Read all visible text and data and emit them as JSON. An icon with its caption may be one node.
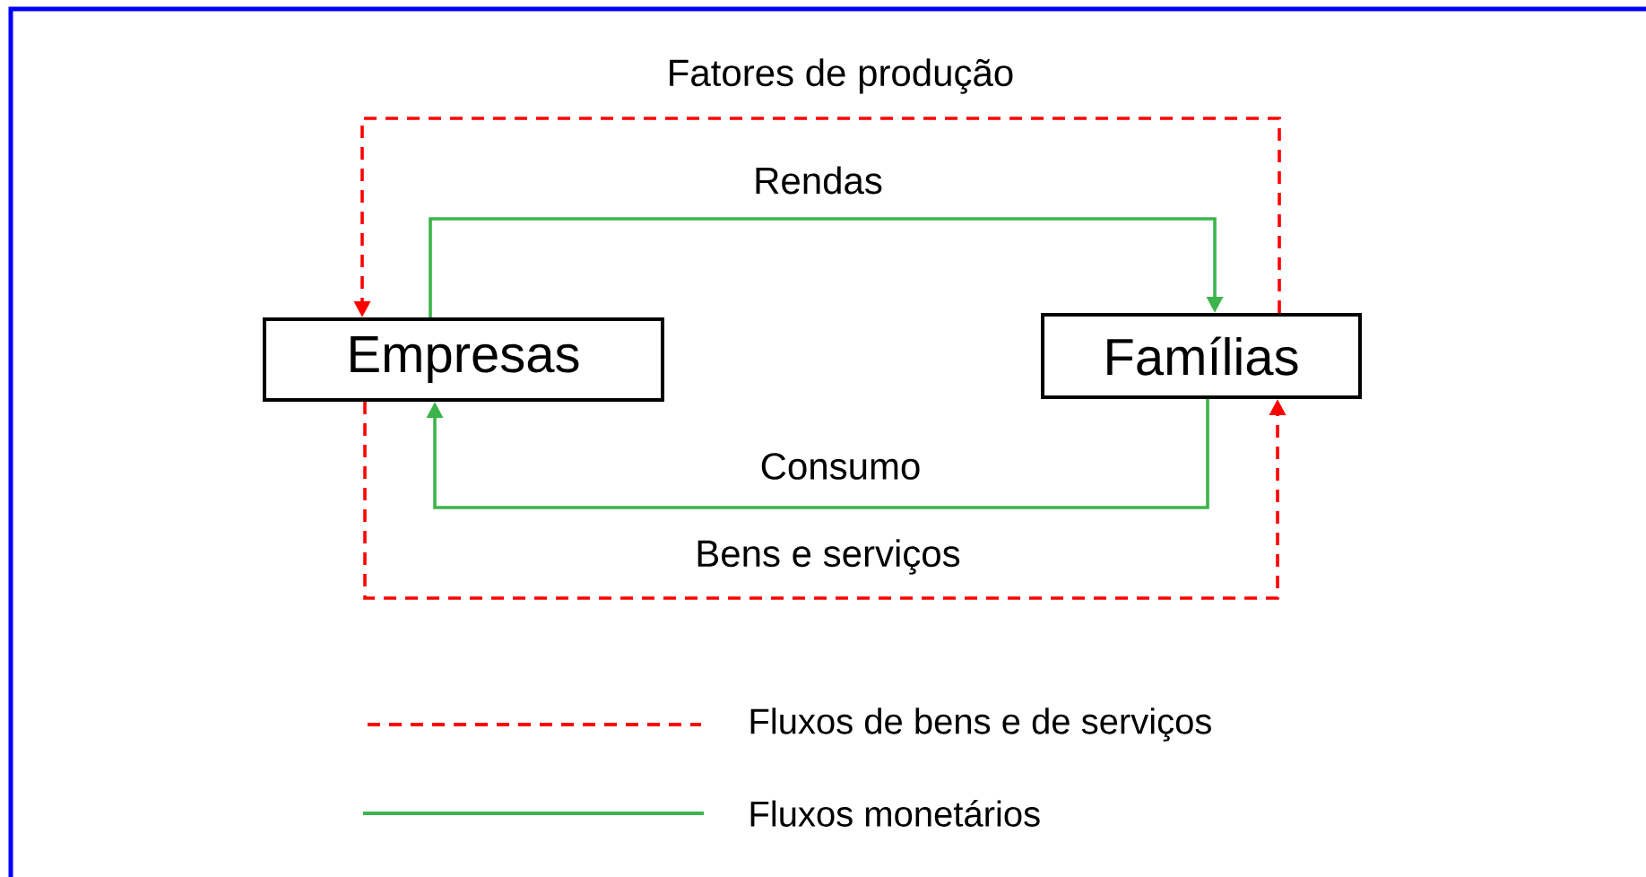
{
  "diagram": {
    "nodes": [
      {
        "text": [
          "Empresas"
        ]
      },
      {
        "text": [
          "Famílias"
        ]
      }
    ],
    "edges": [
      {
        "from": 1,
        "to": 0,
        "arrow": "to",
        "label": "Fatores de produção",
        "style": "dashed",
        "color": "#ff0000"
      },
      {
        "from": 0,
        "to": 1,
        "arrow": "to",
        "label": "Rendas",
        "color": "#3cb44b"
      },
      {
        "from": 1,
        "to": 0,
        "arrow": "to",
        "label": "Consumo",
        "color": "#3cb44b"
      },
      {
        "from": 0,
        "to": 1,
        "arrow": "to",
        "label": "Bens e serviços",
        "style": "dashed",
        "color": "#ff0000"
      }
    ],
    "legend": [
      {
        "text": "Fluxos de bens e de serviços"
      },
      {
        "text": "Fluxos monetários"
      }
    ]
  }
}
